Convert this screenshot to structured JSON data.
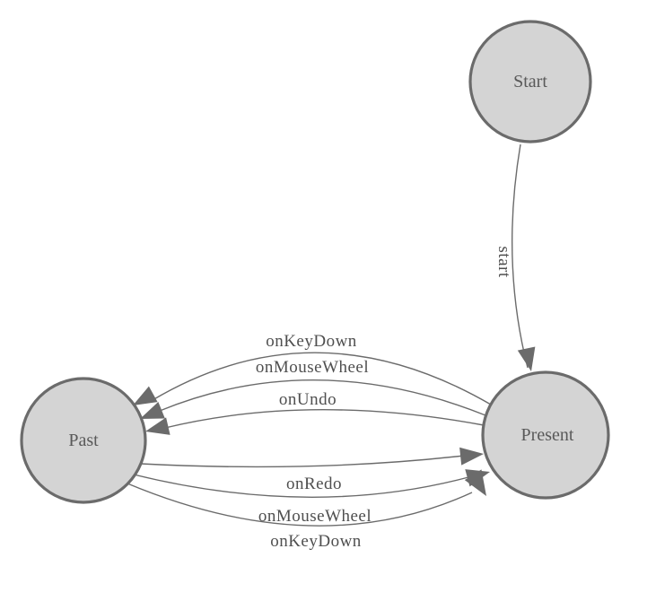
{
  "diagram": {
    "type": "state-machine",
    "background_color": "#ffffff",
    "node_fill_color": "#d4d4d4",
    "node_border_color": "#6b6b6b",
    "edge_color": "#6b6b6b",
    "arrow_color": "#6b6b6b",
    "node_label_color": "#595959",
    "edge_label_color": "#4f4f4f",
    "nodes": [
      {
        "id": "start",
        "label": "Start"
      },
      {
        "id": "past",
        "label": "Past"
      },
      {
        "id": "present",
        "label": "Present"
      }
    ],
    "edges": [
      {
        "from": "Start",
        "to": "Present",
        "label": "start"
      },
      {
        "from": "Present",
        "to": "Past",
        "label": "onKeyDown"
      },
      {
        "from": "Present",
        "to": "Past",
        "label": "onMouseWheel"
      },
      {
        "from": "Present",
        "to": "Past",
        "label": "onUndo"
      },
      {
        "from": "Past",
        "to": "Present",
        "label": "onRedo"
      },
      {
        "from": "Past",
        "to": "Present",
        "label": "onMouseWheel"
      },
      {
        "from": "Past",
        "to": "Present",
        "label": "onKeyDown"
      }
    ]
  }
}
